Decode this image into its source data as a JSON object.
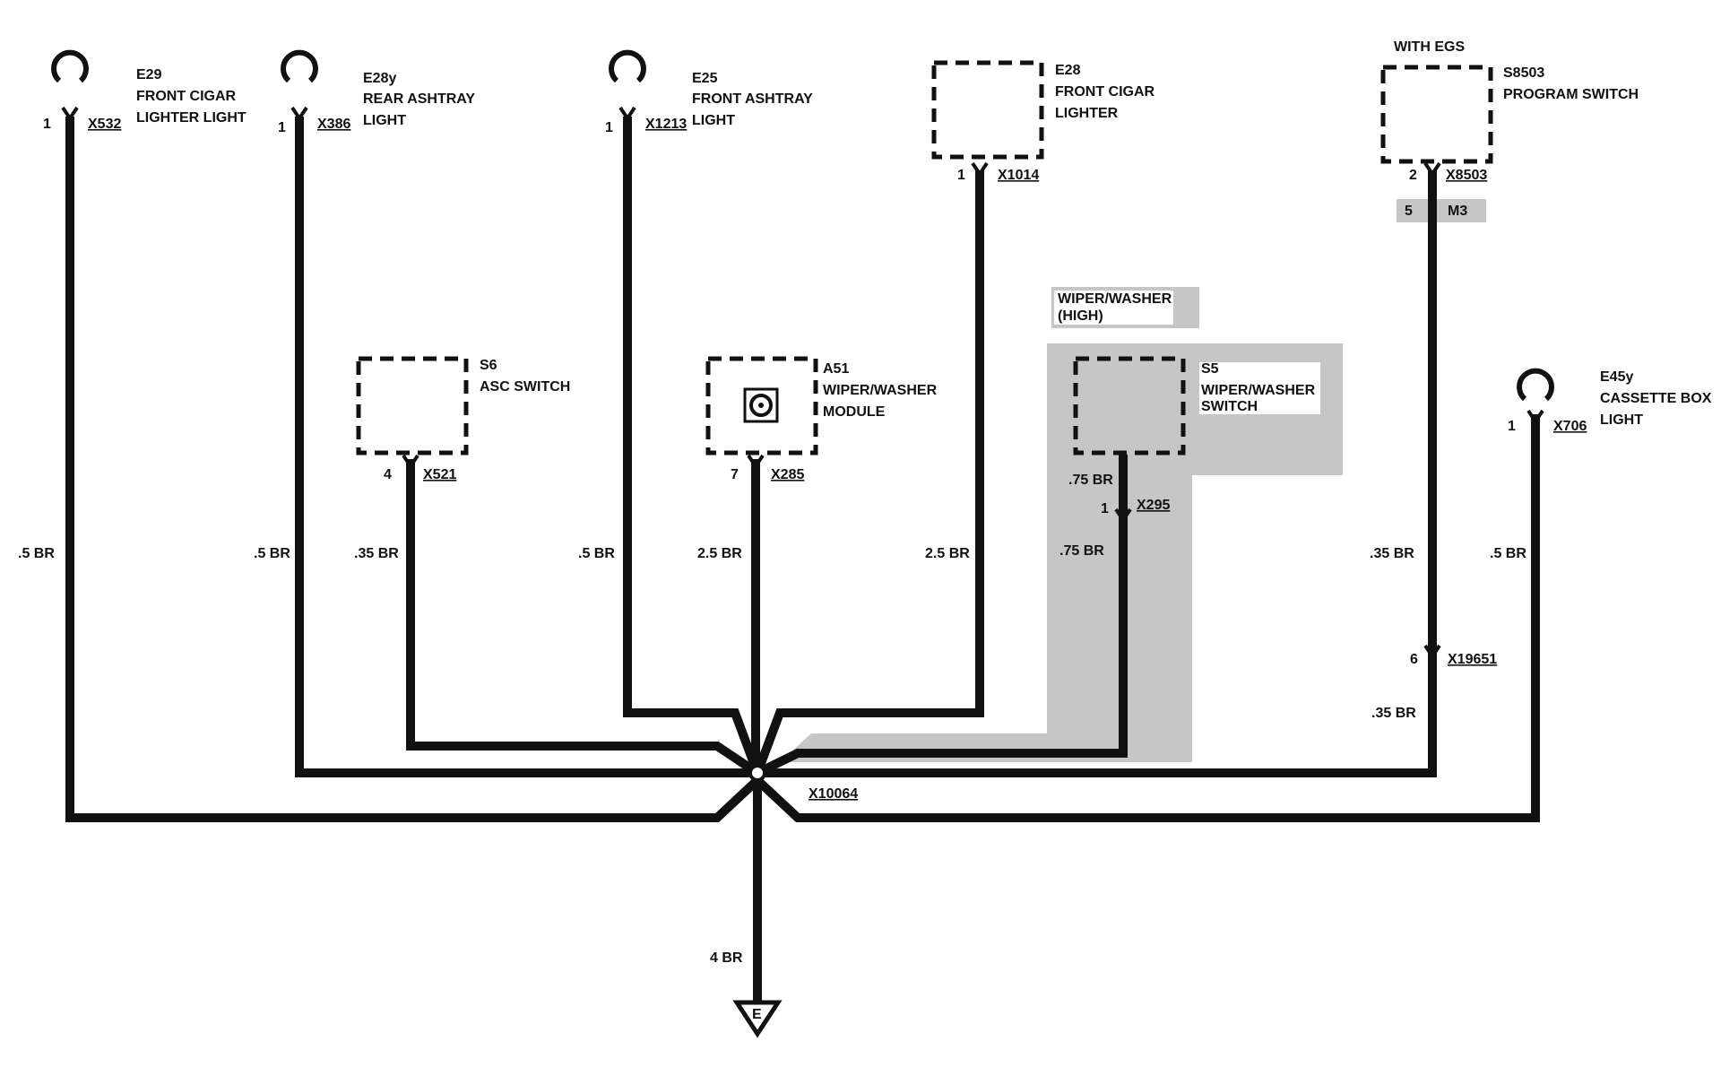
{
  "components": {
    "e29": {
      "id": "E29",
      "line1": "FRONT CIGAR",
      "line2": "LIGHTER LIGHT",
      "pin": "1",
      "connector": "X532",
      "wire": ".5 BR"
    },
    "e28y": {
      "id": "E28y",
      "line1": "REAR ASHTRAY",
      "line2": "LIGHT",
      "pin": "1",
      "connector": "X386",
      "wire": ".5 BR"
    },
    "s6": {
      "id": "S6",
      "line1": "ASC SWITCH",
      "pin": "4",
      "connector": "X521",
      "wire": ".35 BR"
    },
    "e25": {
      "id": "E25",
      "line1": "FRONT ASHTRAY",
      "line2": "LIGHT",
      "pin": "1",
      "connector": "X1213",
      "wire": ".5 BR"
    },
    "a51": {
      "id": "A51",
      "line1": "WIPER/WASHER",
      "line2": "MODULE",
      "pin": "7",
      "connector": "X285",
      "wire": "2.5 BR"
    },
    "e28": {
      "id": "E28",
      "line1": "FRONT CIGAR",
      "line2": "LIGHTER",
      "pin": "1",
      "connector": "X1014",
      "wire": "2.5 BR"
    },
    "s5": {
      "id": "S5",
      "line1": "WIPER/WASHER",
      "line2": "SWITCH",
      "wire_upper": ".75 BR",
      "pin": "1",
      "connector": "X295",
      "wire_lower": ".75 BR",
      "option_line1": "WIPER/WASHER",
      "option_line2": "(HIGH)"
    },
    "s8503": {
      "header": "WITH EGS",
      "id": "S8503",
      "line1": "PROGRAM SWITCH",
      "pin": "2",
      "connector": "X8503",
      "alt_pin": "5",
      "alt_connector": "M3",
      "wire_upper": ".35 BR",
      "pin2": "6",
      "connector2": "X19651",
      "wire_lower": ".35 BR"
    },
    "e45y": {
      "id": "E45y",
      "line1": "CASSETTE BOX",
      "line2": "LIGHT",
      "pin": "1",
      "connector": "X706",
      "wire": ".5 BR"
    }
  },
  "splice": {
    "connector": "X10064"
  },
  "ground": {
    "wire": "4 BR",
    "symbol": "E"
  }
}
